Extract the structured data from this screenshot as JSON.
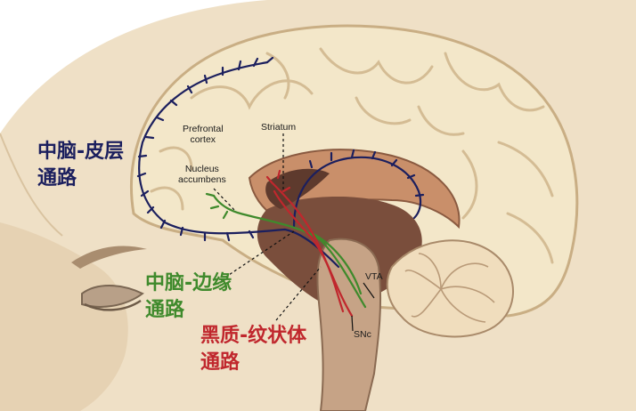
{
  "colors": {
    "mesocortical": "#1b1f5e",
    "mesolimbic": "#3f8a2c",
    "nigrostriatal": "#c0272d",
    "head": "#efe0c6",
    "brain": "#f3e7c9",
    "deep_structures": "#7a4e3c"
  },
  "pathways": {
    "mesocortical": {
      "line1": "中脑-皮层",
      "line2": "通路"
    },
    "mesolimbic": {
      "line1": "中脑-边缘",
      "line2": "通路"
    },
    "nigrostriatal": {
      "line1": "黑质-纹状体",
      "line2": "通路"
    }
  },
  "structures": {
    "prefrontal_line1": "Prefrontal",
    "prefrontal_line2": "cortex",
    "striatum": "Striatum",
    "nucleus_line1": "Nucleus",
    "nucleus_line2": "accumbens",
    "vta": "VTA",
    "snc": "SNc"
  }
}
